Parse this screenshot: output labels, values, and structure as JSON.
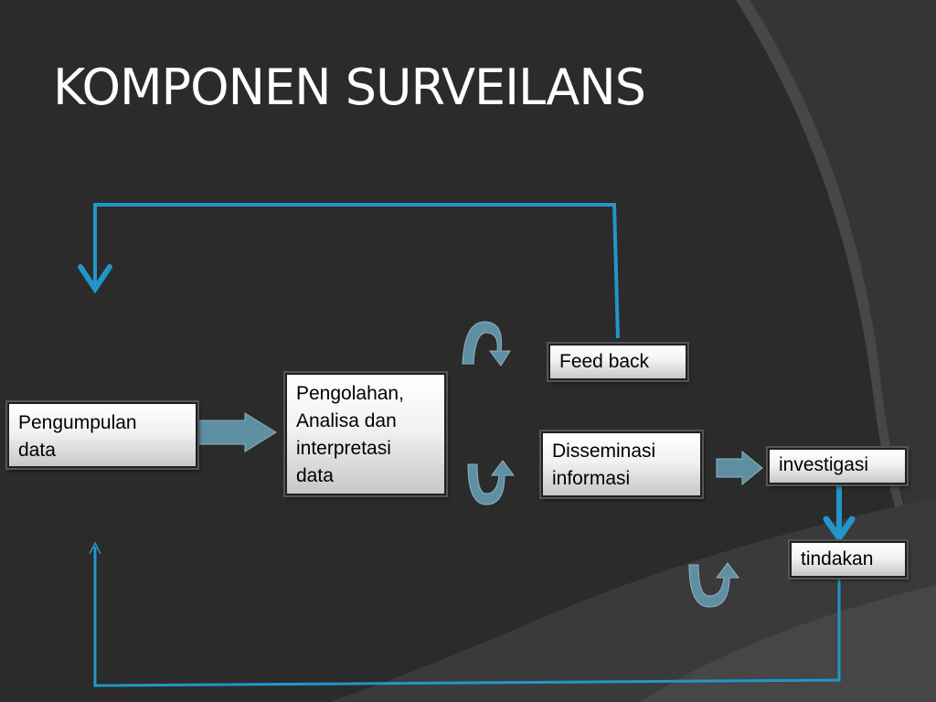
{
  "title": "KOMPONEN SURVEILANS",
  "nodes": {
    "pengumpulan": "Pengumpulan\ndata",
    "pengolahan": "Pengolahan,\nAnalisa  dan\ninterpretasi\ndata",
    "feedback": "Feed back",
    "disseminasi": "Disseminasi\ninformasi",
    "investigasi": "investigasi",
    "tindakan": "tindakan"
  },
  "colors": {
    "background": "#2b2b2b",
    "line_blue": "#2196c8",
    "arrow_steel": "#5f8fa3"
  }
}
